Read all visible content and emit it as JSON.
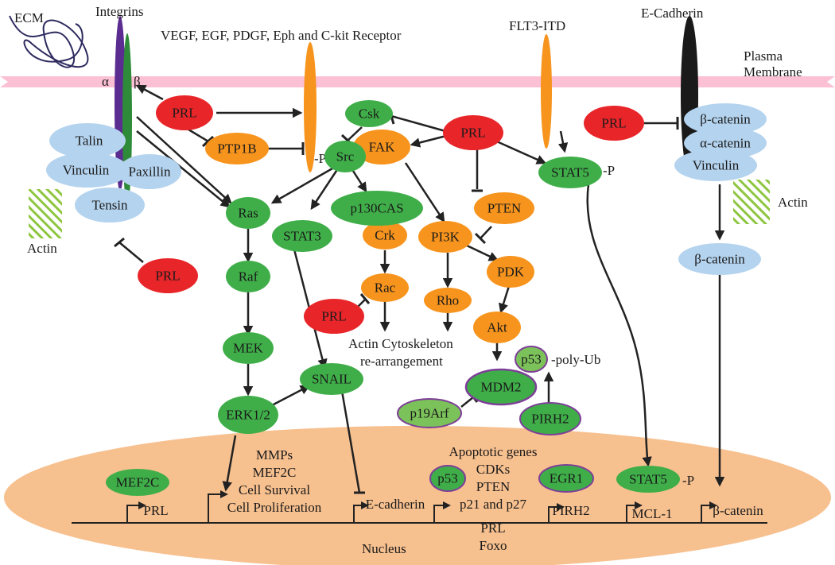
{
  "labels": {
    "ecm": "ECM",
    "integrins": "Integrins",
    "alpha": "α",
    "beta": "β",
    "receptors": "VEGF, EGF, PDGF, Eph and C-kit Receptor",
    "flt3": "FLT3-ITD",
    "ecadherin": "E-Cadherin",
    "plasma1": "Plasma",
    "plasma2": "Membrane",
    "p_receptor": "-P",
    "p_stat5": "-P",
    "p_stat5_nuc": "-P",
    "actin_left": "Actin",
    "actin_right": "Actin",
    "actin_cyto1": "Actin Cytoskeleton",
    "actin_cyto2": "re-arrangement",
    "polyub": "-poly-Ub",
    "nucleus": "Nucleus"
  },
  "nodes": {
    "talin": "Talin",
    "vinculin_l": "Vinculin",
    "paxillin": "Paxillin",
    "tensin": "Tensin",
    "prl_1": "PRL",
    "prl_2": "PRL",
    "prl_3": "PRL",
    "prl_4": "PRL",
    "prl_5": "PRL",
    "ptp1b": "PTP1B",
    "csk": "Csk",
    "src": "Src",
    "fak": "FAK",
    "ras": "Ras",
    "stat3": "STAT3",
    "p130cas": "p130CAS",
    "crk": "Crk",
    "pi3k": "PI3K",
    "pten": "PTEN",
    "pdk": "PDK",
    "raf": "Raf",
    "rac": "Rac",
    "rho": "Rho",
    "akt": "Akt",
    "mek": "MEK",
    "erk": "ERK1/2",
    "snail": "SNAIL",
    "mdm2": "MDM2",
    "p53_top": "p53",
    "p19arf": "p19Arf",
    "pirh2_node": "PIRH2",
    "stat5_top": "STAT5",
    "bcat1": "β-catenin",
    "acat": "α-catenin",
    "vinculin_r": "Vinculin",
    "bcat2": "β-catenin",
    "mef2c": "MEF2C",
    "p53_nuc": "p53",
    "egr1": "EGR1",
    "stat5_nuc": "STAT5"
  },
  "targets": {
    "prl": "PRL",
    "group1": [
      "MMPs",
      "MEF2C",
      "Cell Survival",
      "Cell Proliferation"
    ],
    "ecad": "E-cadherin",
    "group2": [
      "Apoptotic genes",
      "CDKs",
      "PTEN",
      "p21 and p27",
      "PRL",
      "Foxo"
    ],
    "pirh2": "PIRH2",
    "mcl1": "MCL-1",
    "bcat": "β-catenin"
  },
  "colors": {
    "prl_red": "#e8262a",
    "kinase_orange": "#f7941d",
    "signal_green": "#3fae49",
    "adaptor_blue": "#b4d3ee",
    "membrane_pink": "#fbc0d3",
    "nucleus_peach": "#f7c08f",
    "integrin_alpha": "#5c2d91",
    "integrin_beta": "#2e8b3a",
    "cadherin_black": "#1a1a1a",
    "actin_green": "#8dc63f",
    "p53_ring": "#7e3f98"
  }
}
